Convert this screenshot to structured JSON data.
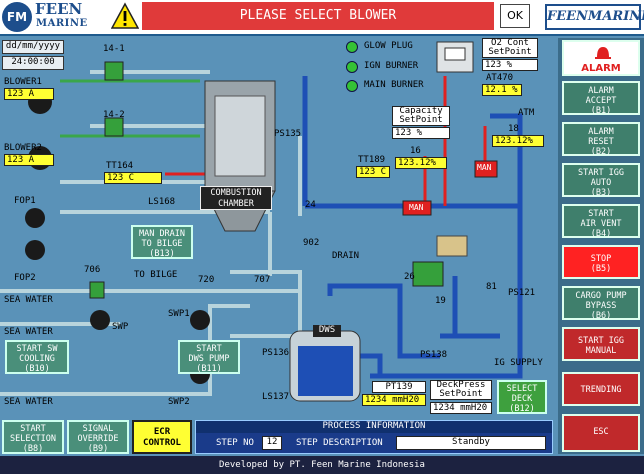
{
  "header": {
    "logo_left_badge": "FM",
    "logo_left_top": "FEEN",
    "logo_left_bottom": "MARINE",
    "warning_icon": "warning-triangle-icon",
    "banner_text": "PLEASE SELECT BLOWER",
    "ok_label": "OK",
    "logo_right": "FEENMARINE"
  },
  "datetime": {
    "date": "dd/mm/yyyy",
    "time": "24:00:00"
  },
  "indicators": [
    {
      "label": "GLOW PLUG"
    },
    {
      "label": "IGN BURNER"
    },
    {
      "label": "MAIN BURNER"
    }
  ],
  "equipment": {
    "valve_14_1": "14-1",
    "valve_14_2": "14-2",
    "blower1_label": "BLOWER1",
    "blower1_value": "123  A",
    "blower2_label": "BLOWER2",
    "blower2_value": "123  A",
    "tt164_label": "TT164",
    "tt164_value": "123 C",
    "ls168": "LS168",
    "fop1": "FOP1",
    "fop2": "FOP2",
    "v706": "706",
    "sea_water_1": "SEA WATER",
    "sea_water_2": "SEA WATER",
    "sea_water_3": "SEA WATER",
    "swp": "SWP",
    "swp1": "SWP1",
    "swp2": "SWP2",
    "to_bilge": "TO BILGE",
    "v720": "720",
    "v707": "707",
    "v24": "24",
    "v902": "902",
    "drain": "DRAIN",
    "ps135": "PS135",
    "combustion_line1": "COMBUSTION",
    "combustion_line2": "CHAMBER",
    "dws": "DWS",
    "ps136": "PS136",
    "ls137": "LS137",
    "ps138": "PS138",
    "ig_supply": "IG SUPPLY",
    "v26": "26",
    "v19": "19",
    "v81": "81",
    "ps121": "PS121",
    "atm": "ATM",
    "man1": "MAN",
    "man2": "MAN",
    "v16": "16",
    "v16_value": "123.12%",
    "v18": "18",
    "v18_value": "123.12%",
    "tt189_label": "TT189",
    "tt189_value": "123 C",
    "capacity_line1": "Capacity",
    "capacity_line2": "SetPoint",
    "capacity_value": "123   %",
    "o2_line1": "O2 Cont",
    "o2_line2": "SetPoint",
    "o2_value": "123   %",
    "at470_label": "AT470",
    "at470_value": "12.1 %",
    "pt139_label": "PT139",
    "pt139_value": "1234 mmH20",
    "deckpress_line1": "DeckPress",
    "deckpress_line2": "SetPoint",
    "deckpress_value": "1234 mmH20"
  },
  "main_buttons": {
    "man_drain_l1": "MAN DRAIN",
    "man_drain_l2": "TO BILGE",
    "man_drain_l3": "(B13)",
    "start_sw_l1": "START SW",
    "start_sw_l2": "COOLING",
    "start_sw_l3": "(B10)",
    "start_dws_l1": "START",
    "start_dws_l2": "DWS PUMP",
    "start_dws_l3": "(B11)",
    "select_deck_l1": "SELECT",
    "select_deck_l2": "DECK",
    "select_deck_l3": "(B12)"
  },
  "bottom_buttons": {
    "start_sel_l1": "START",
    "start_sel_l2": "SELECTION",
    "start_sel_l3": "(B8)",
    "signal_l1": "SIGNAL",
    "signal_l2": "OVERRIDE",
    "signal_l3": "(B9)",
    "ecr_l1": "ECR",
    "ecr_l2": "CONTROL"
  },
  "process_info": {
    "title": "PROCESS INFORMATION",
    "step_no_label": "STEP NO",
    "step_no_value": "12",
    "step_desc_label": "STEP DESCRIPTION",
    "step_desc_value": "Standby"
  },
  "right_panel": {
    "alarm_label": "ALARM",
    "buttons": [
      {
        "l1": "ALARM",
        "l2": "ACCEPT",
        "l3": "(B1)"
      },
      {
        "l1": "ALARM",
        "l2": "RESET",
        "l3": "(B2)"
      },
      {
        "l1": "START IGG",
        "l2": "AUTO",
        "l3": "(B3)"
      },
      {
        "l1": "START",
        "l2": "AIR VENT",
        "l3": "(B4)"
      },
      {
        "l1": "STOP",
        "l2": "(B5)",
        "l3": ""
      },
      {
        "l1": "CARGO PUMP",
        "l2": "BYPASS",
        "l3": "(B6)"
      },
      {
        "l1": "START IGG",
        "l2": "MANUAL",
        "l3": ""
      },
      {
        "l1": "TRENDING",
        "l2": "",
        "l3": ""
      },
      {
        "l1": "ESC",
        "l2": "",
        "l3": ""
      }
    ]
  },
  "footer": {
    "text": "Developed by PT. Feen Marine Indonesia"
  },
  "colors": {
    "background": "#5a92b8",
    "pipe_blue": "#1e4fb5",
    "pipe_light": "#b8d4dc",
    "pipe_red": "#e02020",
    "button_green": "#4a8f7a",
    "alarm_red": "#c0292b",
    "value_yellow": "#ffff33",
    "indicator_green": "#35c235"
  }
}
